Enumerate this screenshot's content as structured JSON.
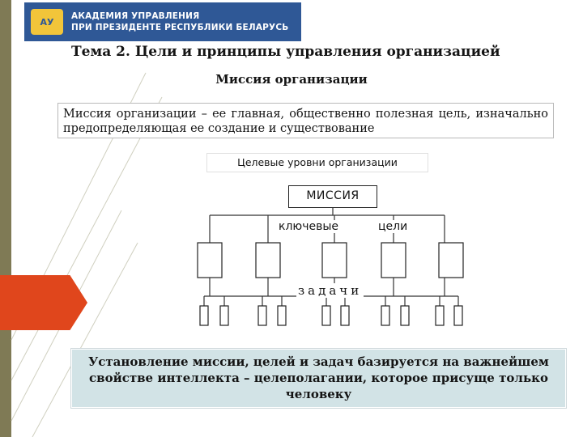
{
  "logo": {
    "emblem_text": "АУ",
    "line1": "АКАДЕМИЯ УПРАВЛЕНИЯ",
    "line2": "ПРИ ПРЕЗИДЕНТЕ РЕСПУБЛИКИ БЕЛАРУСЬ"
  },
  "slide": {
    "topic_title": "Тема 2. Цели и принципы управления организацией",
    "section_heading": "Миссия организации",
    "definition": "Миссия организации – ее главная, общественно полезная цель, изначально предопределяющая ее создание и существование",
    "levels_label": "Целевые уровни организации",
    "conclusion": "Установление миссии, целей и задач базируется на важнейшем свойстве интеллекта – целеполагании, которое присуще только человеку"
  },
  "diagram": {
    "root_label": "МИССИЯ",
    "key_word_1": "ключевые",
    "key_word_2": "цели",
    "tasks_label": "задачи",
    "goal_box_count": 5,
    "task_box_count": 10
  },
  "colors": {
    "left_strip": "#7f7a55",
    "arrow": "#e0461c",
    "logo_bg": "#2f5896",
    "conclusion_bg": "#d2e3e6"
  }
}
